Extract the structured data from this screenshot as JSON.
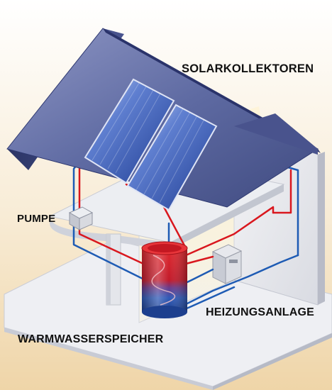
{
  "labels": {
    "solar_collectors": "SOLARKOLLEKTOREN",
    "pump": "PUMPE",
    "heating_system": "HEIZUNGSANLAGE",
    "hot_water_tank": "WARMWASSERSPEICHER"
  },
  "colors": {
    "sky_top": "#ffffff",
    "sky_bottom": "#f0d9b0",
    "hot_pipe": "#d9171e",
    "cold_pipe": "#1e5bb4",
    "roof": "#59649a",
    "collector": "#2f4fa8",
    "tank_hot": "#d3202a",
    "tank_cold": "#2d5bb7"
  },
  "icons": [
    "solar-panel-icon",
    "pump-icon",
    "water-tank-icon",
    "boiler-icon",
    "radiator-icon",
    "shower-icon"
  ]
}
